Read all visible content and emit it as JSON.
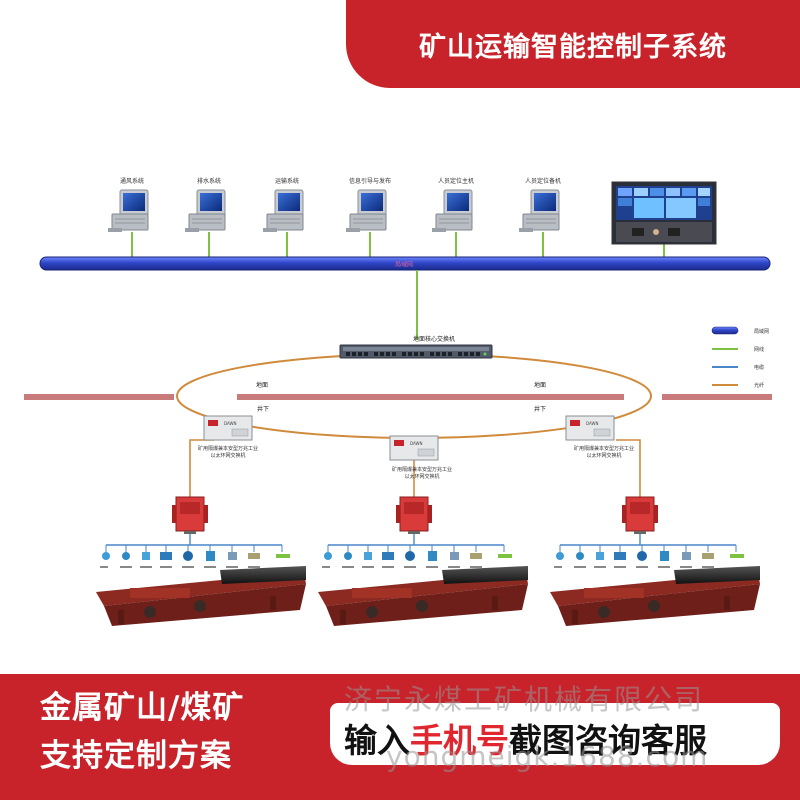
{
  "title": "矿山运输智能控制子系统",
  "workstations": [
    {
      "label": "通风系统"
    },
    {
      "label": "排水系统"
    },
    {
      "label": "运输系统"
    },
    {
      "label": "信息引导与发布"
    },
    {
      "label": "人员定位主机"
    },
    {
      "label": "人员定位备机"
    }
  ],
  "network_label": "局域网",
  "core_switch_label": "地面核心交换机",
  "ring_labels": {
    "surface_left": "地面",
    "surface_right": "地面",
    "underground_left": "井下",
    "underground_right": "井下"
  },
  "legend": [
    {
      "label": "局域网",
      "color": "#3355cc"
    },
    {
      "label": "网线",
      "color": "#7ec242"
    },
    {
      "label": "电缆",
      "color": "#4a86c8"
    },
    {
      "label": "光纤",
      "color": "#d08a3c"
    }
  ],
  "underground_switches": [
    {
      "line1": "矿用隔爆兼本安型万兆工业",
      "line2": "以太环网交换机"
    },
    {
      "line1": "矿用隔爆兼本安型万兆工业",
      "line2": "以太环网交换机"
    },
    {
      "line1": "矿用隔爆兼本安型万兆工业",
      "line2": "以太环网交换机"
    }
  ],
  "footer": {
    "promo_line1": "金属矿山/煤矿",
    "promo_line2": "支持定制方案",
    "cta_prefix": "输入",
    "cta_highlight": "手机号",
    "cta_suffix": "截图咨询客服",
    "watermark_company": "济宁永煤工矿机械有限公司",
    "watermark_url": "yongmeigk.1688.com"
  },
  "colors": {
    "brand_red": "#c8232b",
    "network_bus": "#3355cc",
    "ethernet": "#7ec242",
    "cable": "#4a86c8",
    "fiber": "#d08a3c",
    "separator": "#c97a7a"
  }
}
